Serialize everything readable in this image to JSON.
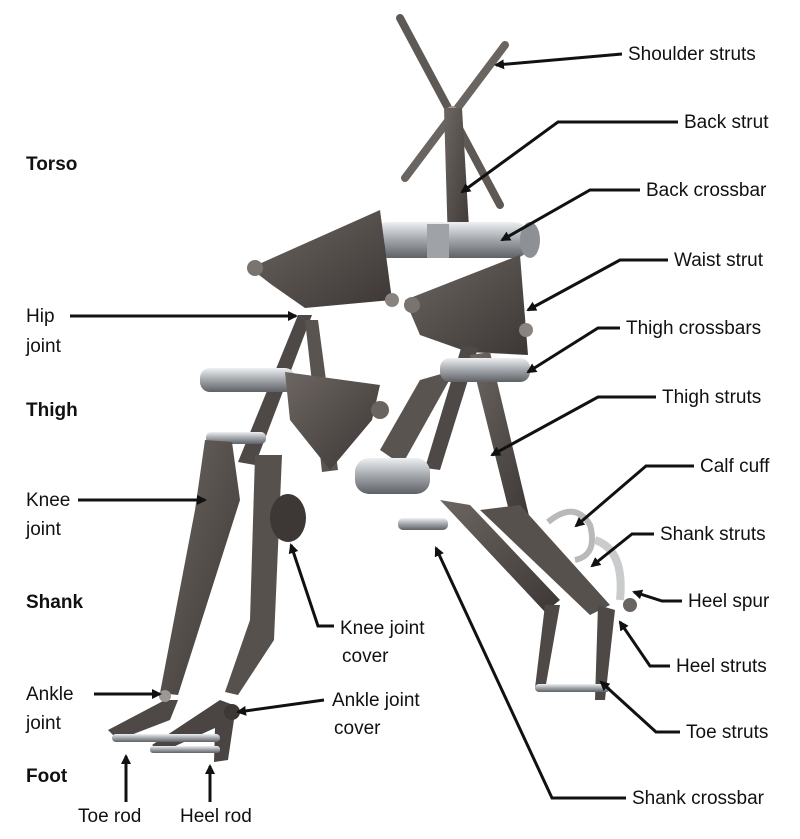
{
  "sections": {
    "torso": "Torso",
    "thigh": "Thigh",
    "shank": "Shank",
    "foot": "Foot"
  },
  "labels": {
    "shoulder_struts": "Shoulder struts",
    "back_strut": "Back strut",
    "back_crossbar": "Back crossbar",
    "waist_strut": "Waist strut",
    "thigh_crossbars": "Thigh crossbars",
    "thigh_struts": "Thigh struts",
    "calf_cuff": "Calf cuff",
    "shank_struts": "Shank struts",
    "heel_spur": "Heel spur",
    "heel_struts": "Heel struts",
    "toe_struts": "Toe struts",
    "shank_crossbar": "Shank crossbar",
    "hip_joint_1": "Hip",
    "hip_joint_2": "joint",
    "knee_joint_1": "Knee",
    "knee_joint_2": "joint",
    "ankle_joint_1": "Ankle",
    "ankle_joint_2": "joint",
    "knee_cover_1": "Knee joint",
    "knee_cover_2": "cover",
    "ankle_cover_1": "Ankle joint",
    "ankle_cover_2": "cover",
    "toe_rod": "Toe rod",
    "heel_rod": "Heel rod"
  },
  "colors": {
    "metal_dark": "#4a4542",
    "metal_mid": "#6b6561",
    "metal_light": "#9c9894",
    "chrome": "#c9cbcd",
    "arrow": "#111111"
  }
}
